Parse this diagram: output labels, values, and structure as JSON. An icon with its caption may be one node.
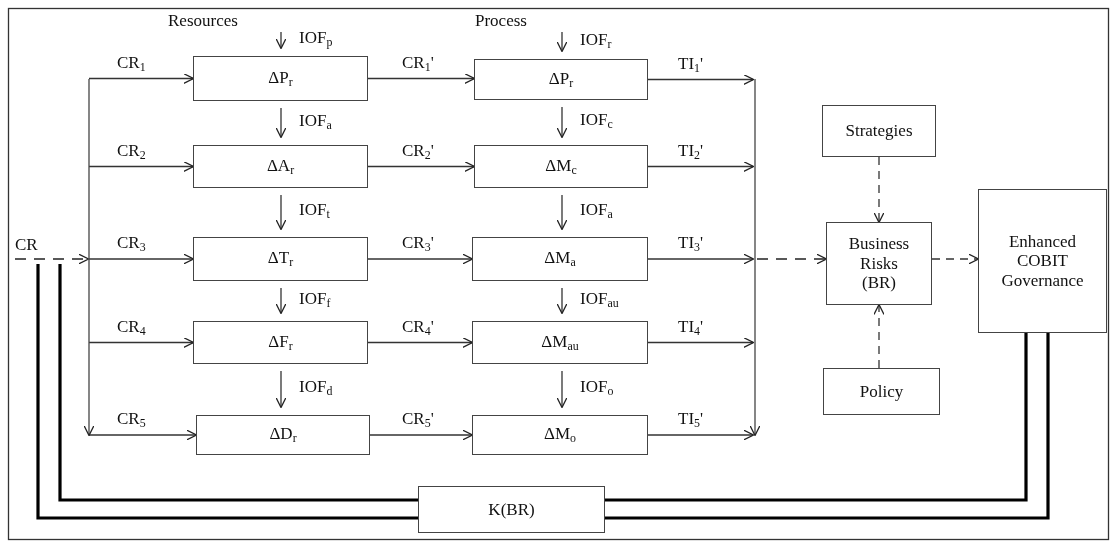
{
  "diagram": {
    "nodes": [
      {
        "text": [
          "ΔP$_{r}$"
        ]
      },
      {
        "text": [
          "ΔA$_{r}$"
        ]
      },
      {
        "text": [
          "ΔT$_{r}$"
        ]
      },
      {
        "text": [
          "ΔF$_{r}$"
        ]
      },
      {
        "text": [
          "ΔD$_{r}$"
        ]
      },
      {
        "text": [
          "ΔP$_{r}$"
        ]
      },
      {
        "text": [
          "ΔM$_{c}$"
        ]
      },
      {
        "text": [
          "ΔM$_{a}$"
        ]
      },
      {
        "text": [
          "ΔM$_{au}$"
        ]
      },
      {
        "text": [
          "ΔM$_{o}$"
        ]
      },
      {
        "text": [
          "Strategies"
        ]
      },
      {
        "text": [
          "Business Risks (BR)"
        ]
      },
      {
        "text": [
          "Policy"
        ]
      },
      {
        "text": [
          "Enhanced COBIT Governance"
        ]
      },
      {
        "text": [
          "K(BR)"
        ]
      },
      {
        "text": [
          "CR"
        ]
      }
    ],
    "edges": [
      {
        "from": 15,
        "to": 0,
        "arrow": "to",
        "label": "CR$_{1}$"
      },
      {
        "from": 15,
        "to": 1,
        "arrow": "to",
        "label": "CR$_{2}$"
      },
      {
        "from": 15,
        "to": 2,
        "arrow": "to",
        "label": "CR$_{3}$"
      },
      {
        "from": 15,
        "to": 3,
        "arrow": "to",
        "label": "CR$_{4}$"
      },
      {
        "from": 15,
        "to": 4,
        "arrow": "to",
        "label": "CR$_{5}$"
      },
      {
        "from": null,
        "to": 0,
        "arrow": "to",
        "label": "IOF$_{p}$"
      },
      {
        "from": 0,
        "to": 1,
        "arrow": "to",
        "label": "IOF$_{a}$"
      },
      {
        "from": 1,
        "to": 2,
        "arrow": "to",
        "label": "IOF$_{t}$"
      },
      {
        "from": 2,
        "to": 3,
        "arrow": "to",
        "label": "IOF$_{f}$"
      },
      {
        "from": 3,
        "to": 4,
        "arrow": "to",
        "label": "IOF$_{d}$"
      },
      {
        "from": null,
        "to": 5,
        "arrow": "to",
        "label": "IOF$_{r}$"
      },
      {
        "from": 5,
        "to": 6,
        "arrow": "to",
        "label": "IOF$_{c}$"
      },
      {
        "from": 6,
        "to": 7,
        "arrow": "to",
        "label": "IOF$_{a}$"
      },
      {
        "from": 7,
        "to": 8,
        "arrow": "to",
        "label": "IOF$_{au}$"
      },
      {
        "from": 8,
        "to": 9,
        "arrow": "to",
        "label": "IOF$_{o}$"
      },
      {
        "from": 0,
        "to": 5,
        "arrow": "to",
        "label": "CR$_{1}$'"
      },
      {
        "from": 1,
        "to": 6,
        "arrow": "to",
        "label": "CR$_{2}$'"
      },
      {
        "from": 2,
        "to": 7,
        "arrow": "to",
        "label": "CR$_{3}$'"
      },
      {
        "from": 3,
        "to": 8,
        "arrow": "to",
        "label": "CR$_{4}$'"
      },
      {
        "from": 4,
        "to": 9,
        "arrow": "to",
        "label": "CR$_{5}$'"
      },
      {
        "from": 5,
        "to": 11,
        "arrow": "to",
        "label": "TI$_{1}$'"
      },
      {
        "from": 6,
        "to": 11,
        "arrow": "to",
        "label": "TI$_{2}$'"
      },
      {
        "from": 7,
        "to": 11,
        "arrow": "to",
        "label": "TI$_{3}$'"
      },
      {
        "from": 8,
        "to": 11,
        "arrow": "to",
        "label": "TI$_{4}$'"
      },
      {
        "from": 9,
        "to": 11,
        "arrow": "to",
        "label": "TI$_{5}$'"
      },
      {
        "from": 10,
        "to": 11,
        "arrow": "to",
        "style": "dashed"
      },
      {
        "from": 12,
        "to": 11,
        "arrow": "to",
        "style": "dashed"
      },
      {
        "from": 11,
        "to": 13,
        "arrow": "to",
        "style": "dashed"
      },
      {
        "from": 13,
        "to": 14,
        "arrow": "none",
        "style": "thick"
      },
      {
        "from": 13,
        "to": 14,
        "arrow": "none",
        "style": "thick"
      },
      {
        "from": 14,
        "to": 15,
        "arrow": "none",
        "style": "thick"
      },
      {
        "from": 14,
        "to": 15,
        "arrow": "none",
        "style": "thick"
      }
    ],
    "labels": [
      "Resources",
      "Process"
    ]
  }
}
